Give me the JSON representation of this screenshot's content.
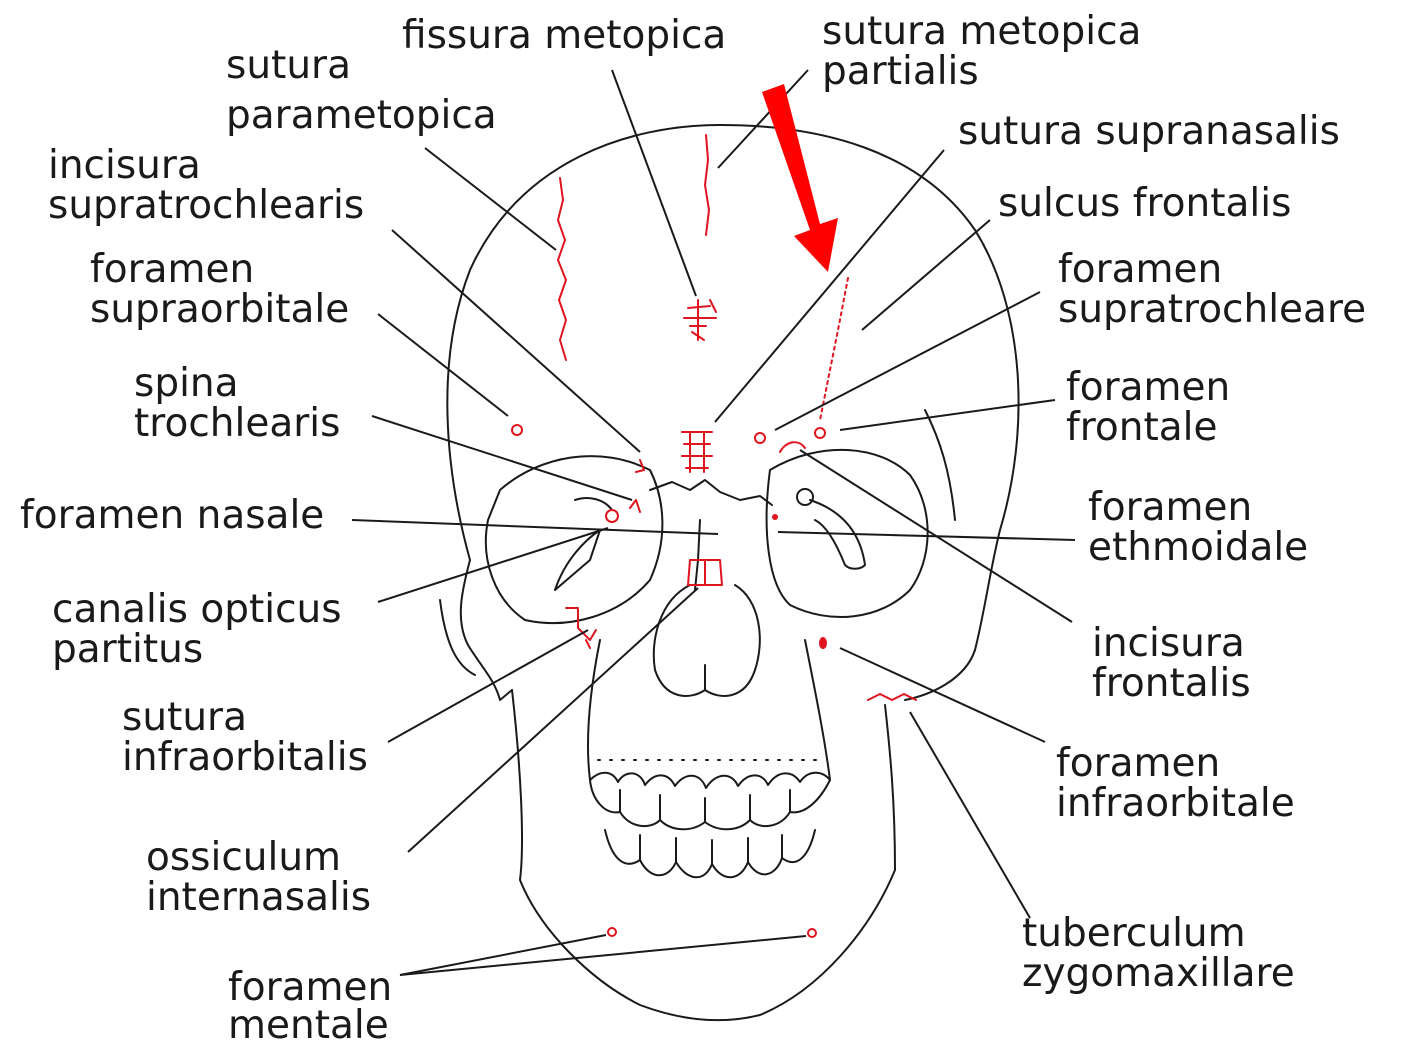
{
  "colors": {
    "ink": "#1a1a1a",
    "highlight": "#e0141e",
    "arrow": "#ff0000"
  },
  "labels": {
    "fissura_metopica": [
      "fissura metopica"
    ],
    "sutura_metopica_partialis": [
      "sutura metopica",
      "partialis"
    ],
    "sutura_parametopica": [
      "sutura",
      "parametopica"
    ],
    "incisura_supratrochlearis": [
      "incisura",
      "supratrochlearis"
    ],
    "sutura_supranasalis": [
      "sutura supranasalis"
    ],
    "sulcus_frontalis": [
      "sulcus frontalis"
    ],
    "foramen_supraorbitale": [
      "foramen",
      "supraorbitale"
    ],
    "foramen_supratrochleare": [
      "foramen",
      "supratrochleare"
    ],
    "spina_trochlearis": [
      "spina",
      "trochlearis"
    ],
    "foramen_frontale": [
      "foramen",
      "frontale"
    ],
    "foramen_nasale": [
      "foramen nasale"
    ],
    "foramen_ethmoidale": [
      "foramen",
      "ethmoidale"
    ],
    "canalis_opticus_partitus": [
      "canalis opticus",
      "partitus"
    ],
    "incisura_frontalis": [
      "incisura",
      "frontalis"
    ],
    "sutura_infraorbitalis": [
      "sutura",
      "infraorbitalis"
    ],
    "foramen_infraorbitale": [
      "foramen",
      "infraorbitale"
    ],
    "ossiculum_internasalis": [
      "ossiculum",
      "internasalis"
    ],
    "tuberculum_zygomaxillare": [
      "tuberculum",
      "zygomaxillare"
    ],
    "foramen_mentale": [
      "foramen",
      "mentale"
    ]
  },
  "icons": {
    "pointer": "red-arrow-icon"
  }
}
